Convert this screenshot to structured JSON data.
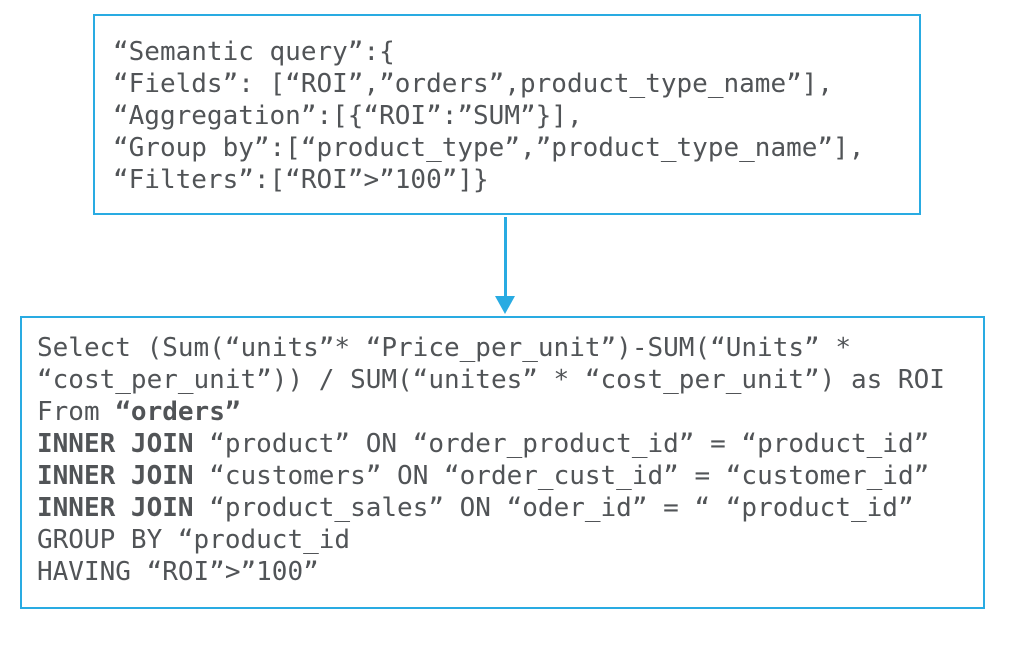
{
  "canvas": {
    "background": "#ffffff",
    "accent_color": "#29abe2",
    "text_color": "#515457"
  },
  "semantic_query_box": {
    "lines": [
      [
        {
          "text": "“Semantic query”:{",
          "bold": false
        }
      ],
      [
        {
          "text": "“Fields”: [“ROI”,”orders”,product_type_name”],",
          "bold": false
        }
      ],
      [
        {
          "text": "“Aggregation”:[{“ROI”:”SUM”}],",
          "bold": false
        }
      ],
      [
        {
          "text": "“Group by”:[“product_type”,”product_type_name”],",
          "bold": false
        }
      ],
      [
        {
          "text": "“Filters”:[“ROI”>”100”]}",
          "bold": false
        }
      ]
    ]
  },
  "flow_arrow": {
    "direction": "down"
  },
  "sql_query_box": {
    "lines": [
      [
        {
          "text": "Select (Sum(“units”* “Price_per_unit”)-SUM(“Units” *",
          "bold": false
        }
      ],
      [
        {
          "text": "“cost_per_unit”)) / SUM(“unites” * “cost_per_unit”) as ROI",
          "bold": false
        }
      ],
      [
        {
          "text": "From ",
          "bold": false
        },
        {
          "text": "“orders”",
          "bold": true
        }
      ],
      [
        {
          "text": "INNER JOIN",
          "bold": true
        },
        {
          "text": " “product” ON “order_product_id” = “product_id”",
          "bold": false
        }
      ],
      [
        {
          "text": "INNER JOIN",
          "bold": true
        },
        {
          "text": " “customers” ON “order_cust_id” = “customer_id”",
          "bold": false
        }
      ],
      [
        {
          "text": "INNER JOIN",
          "bold": true
        },
        {
          "text": " “product_sales” ON “oder_id” = “ “product_id”",
          "bold": false
        }
      ],
      [
        {
          "text": "GROUP BY “product_id",
          "bold": false
        }
      ],
      [
        {
          "text": "HAVING “ROI”>”100”",
          "bold": false
        }
      ]
    ]
  }
}
